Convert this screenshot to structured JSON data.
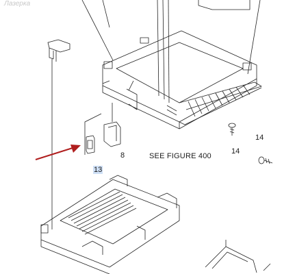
{
  "watermark": "Лазерка",
  "callouts": {
    "part_8": "8",
    "part_13": "13",
    "part_14_screw": "14",
    "part_14_far": "14"
  },
  "reference_note": "SEE FIGURE 400",
  "colors": {
    "arrow": "#b01e1e",
    "highlight": "#cfe0f6",
    "line": "#222222"
  }
}
